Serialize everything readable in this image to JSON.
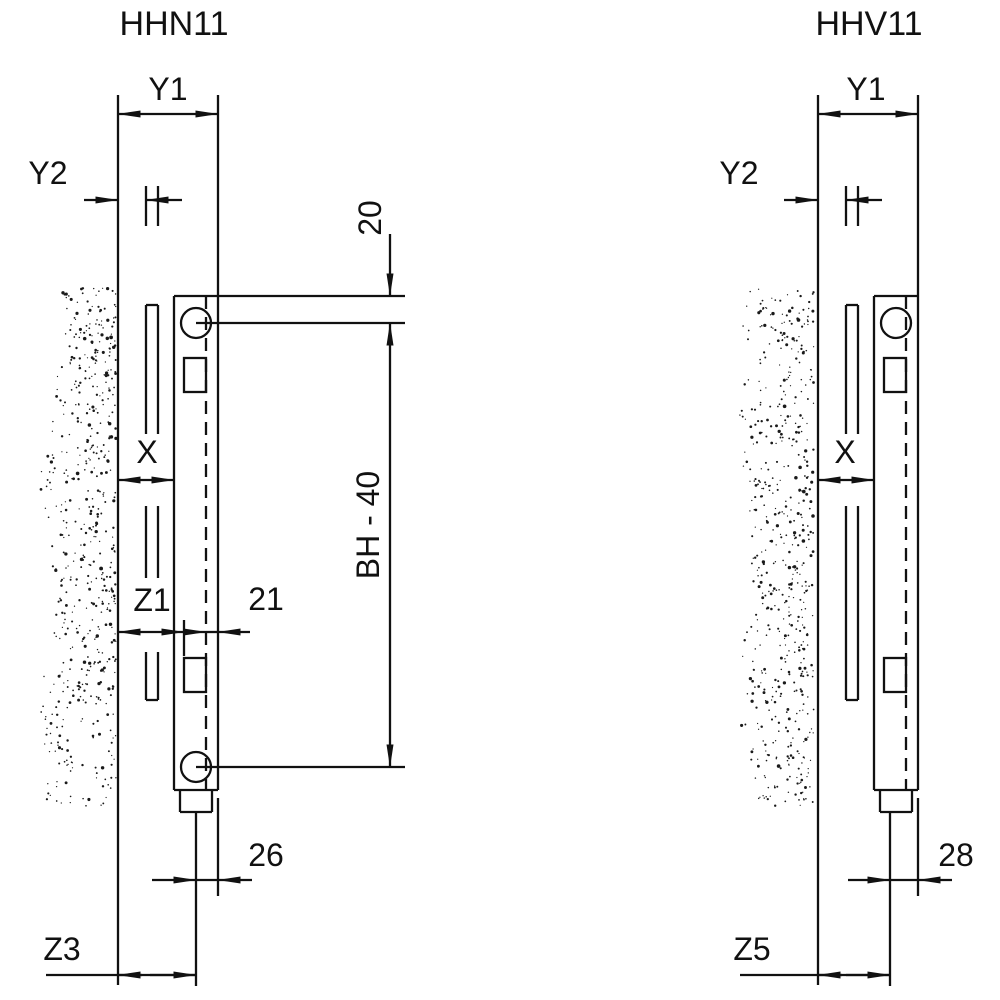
{
  "colors": {
    "ink": "#111111",
    "background": "#ffffff"
  },
  "diagrams": {
    "left": {
      "title": "HHN11",
      "dims": {
        "y1": "Y1",
        "y2": "Y2",
        "x": "X",
        "z1": "Z1",
        "d21": "21",
        "d20": "20",
        "bh40": "BH - 40",
        "d26": "26",
        "z3": "Z3"
      }
    },
    "right": {
      "title": "HHV11",
      "dims": {
        "y1": "Y1",
        "y2": "Y2",
        "x": "X",
        "d28": "28",
        "z5": "Z5"
      }
    }
  }
}
